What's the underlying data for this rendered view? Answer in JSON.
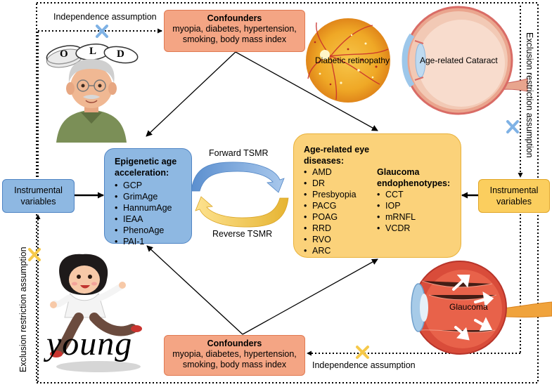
{
  "independence_top": "Independence assumption",
  "independence_bottom": "Independence assumption",
  "exclusion_right": "Exclusion restriction assumption",
  "exclusion_left": "Exclusion restriction assumption",
  "confounders_top": {
    "title": "Confounders",
    "line1": "myopia, diabetes, hypertension,",
    "line2": "smoking, body mass index"
  },
  "confounders_bottom": {
    "title": "Confounders",
    "line1": "myopia, diabetes, hypertension,",
    "line2": "smoking, body mass index"
  },
  "iv_left": {
    "line1": "Instrumental",
    "line2": "variables"
  },
  "iv_right": {
    "line1": "Instrumental",
    "line2": "variables"
  },
  "epigenetic": {
    "title1": "Epigenetic age",
    "title2": "acceleration:",
    "items": [
      "GCP",
      "GrimAge",
      "HannumAge",
      "IEAA",
      "PhenoAge",
      "PAI-1"
    ]
  },
  "diseases": {
    "title1": "Age-related eye",
    "title2": "diseases:",
    "items": [
      "AMD",
      "DR",
      "Presbyopia",
      "PACG",
      "POAG",
      "RRD",
      "RVO",
      "ARC"
    ],
    "glaucoma_title1": "Glaucoma",
    "glaucoma_title2": "endophenotypes:",
    "glaucoma_items": [
      "CCT",
      "IOP",
      "mRNFL",
      "VCDR"
    ]
  },
  "forward": "Forward TSMR",
  "reverse": "Reverse TSMR",
  "img_dr": "Diabetic retinopathy",
  "img_cataract": "Age-related Cataract",
  "img_glaucoma": "Glaucoma",
  "old_letters": [
    "O",
    "L",
    "D"
  ],
  "young_word": "young",
  "colors": {
    "confounder": "#f4a584",
    "blue_box": "#8eb8e2",
    "yellow_box": "#fbd27a",
    "cross_blue": "#7fb2e5",
    "cross_yellow": "#f6c94a"
  }
}
